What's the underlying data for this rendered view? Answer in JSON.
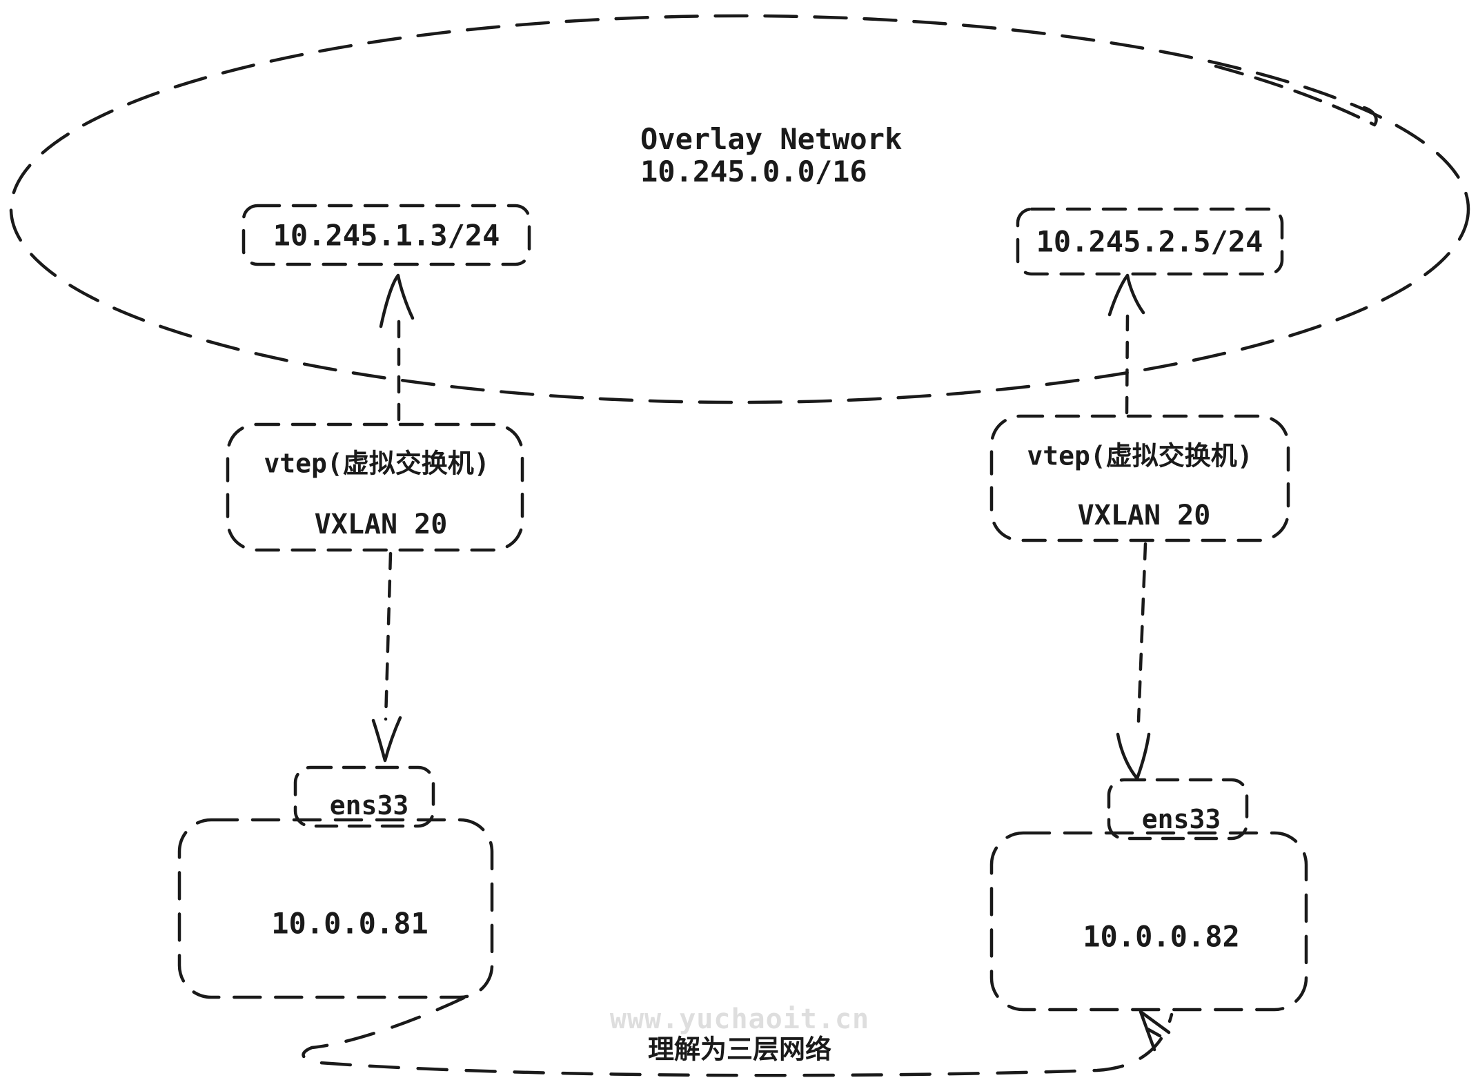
{
  "diagram": {
    "overlay_cloud": {
      "title": "Overlay Network",
      "cidr": "10.245.0.0/16"
    },
    "vm_left": {
      "ip": "10.245.1.3/24"
    },
    "vm_right": {
      "ip": "10.245.2.5/24"
    },
    "vtep_left": {
      "label": "vtep(虚拟交换机)",
      "vxlan": "VXLAN 20"
    },
    "vtep_right": {
      "label": "vtep(虚拟交换机)",
      "vxlan": "VXLAN 20"
    },
    "nic_left": {
      "name": "ens33"
    },
    "nic_right": {
      "name": "ens33"
    },
    "host_left": {
      "ip": "10.0.0.81"
    },
    "host_right": {
      "ip": "10.0.0.82"
    },
    "underlay": {
      "label": "理解为三层网络"
    },
    "watermark": "www.yuchaoit.cn",
    "colors": {
      "ink": "#1a1a1a",
      "watermark": "#dedede",
      "background": "#ffffff"
    }
  }
}
